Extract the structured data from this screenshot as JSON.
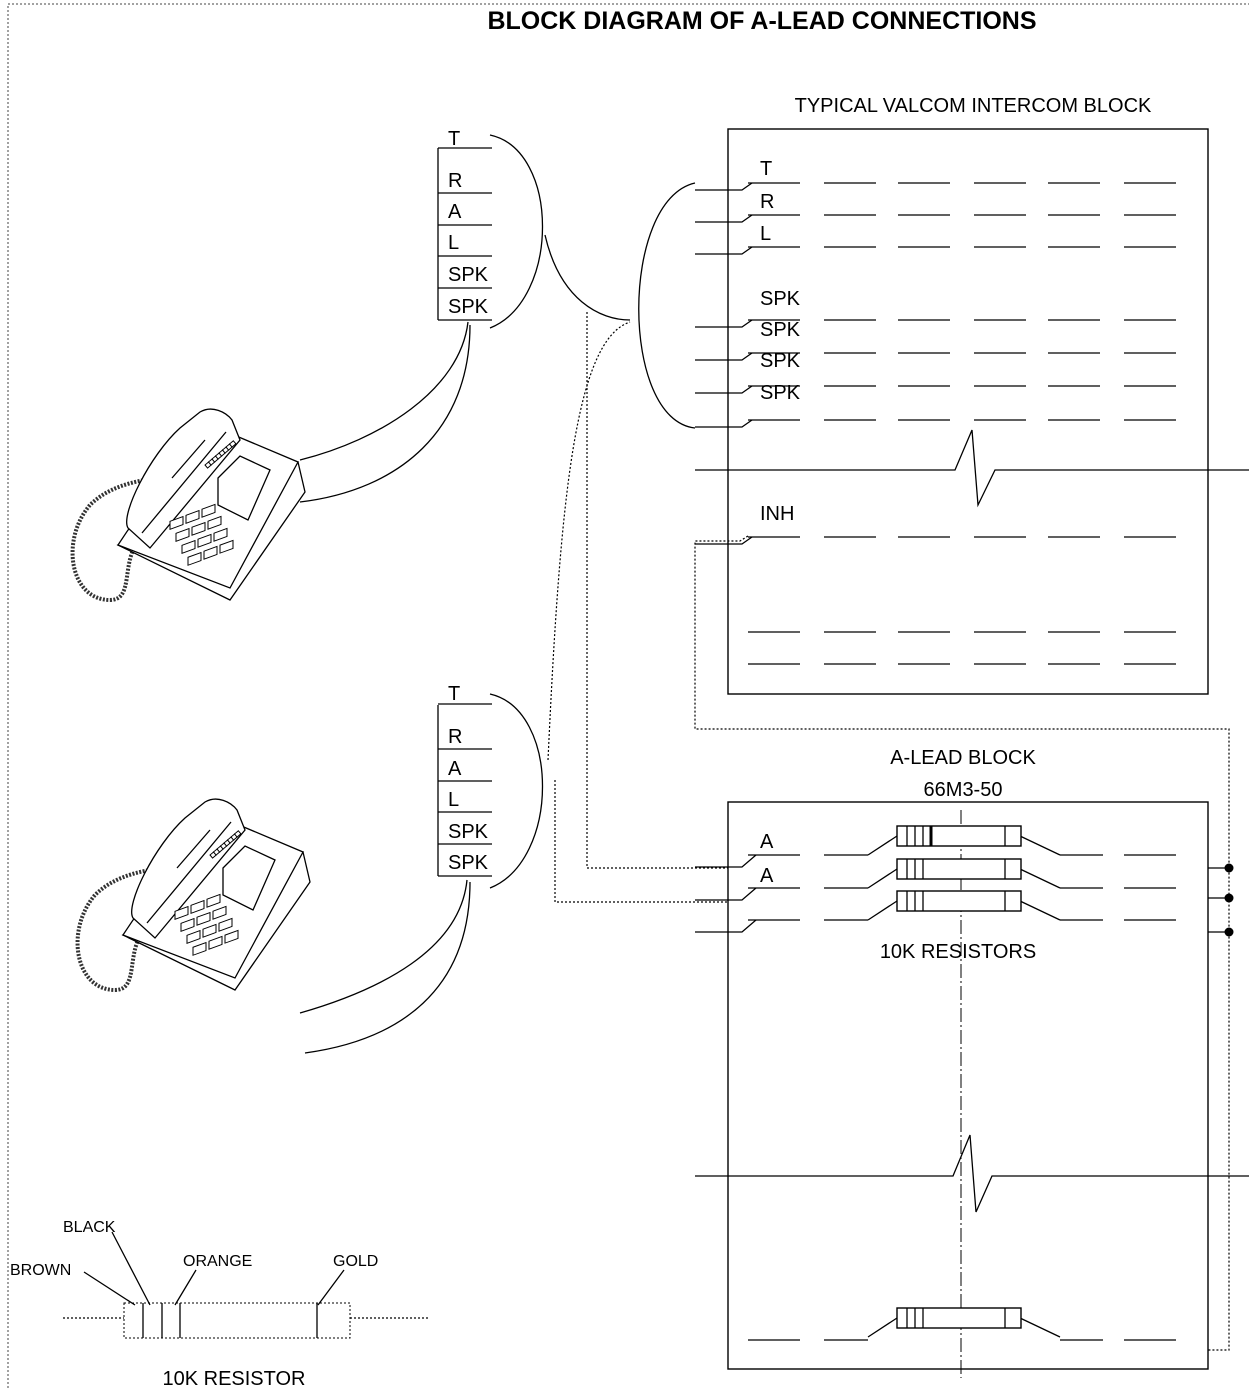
{
  "title": "BLOCK DIAGRAM OF A-LEAD CONNECTIONS",
  "intercom_block": {
    "title": "TYPICAL VALCOM INTERCOM BLOCK",
    "labels": [
      "T",
      "R",
      "L",
      "SPK",
      "SPK",
      "SPK",
      "SPK",
      "INH"
    ]
  },
  "station_1": {
    "terminals": [
      "T",
      "R",
      "A",
      "L",
      "SPK",
      "SPK"
    ]
  },
  "station_2": {
    "terminals": [
      "T",
      "R",
      "A",
      "L",
      "SPK",
      "SPK"
    ]
  },
  "alead_block": {
    "title": "A-LEAD BLOCK",
    "model": "66M3-50",
    "labels": [
      "A",
      "A"
    ],
    "resistors_label": "10K RESISTORS"
  },
  "resistor_legend": {
    "title": "10K RESISTOR",
    "bands": [
      "BROWN",
      "BLACK",
      "ORANGE",
      "GOLD"
    ]
  },
  "icons": [
    "telephone-icon",
    "resistor-icon"
  ]
}
